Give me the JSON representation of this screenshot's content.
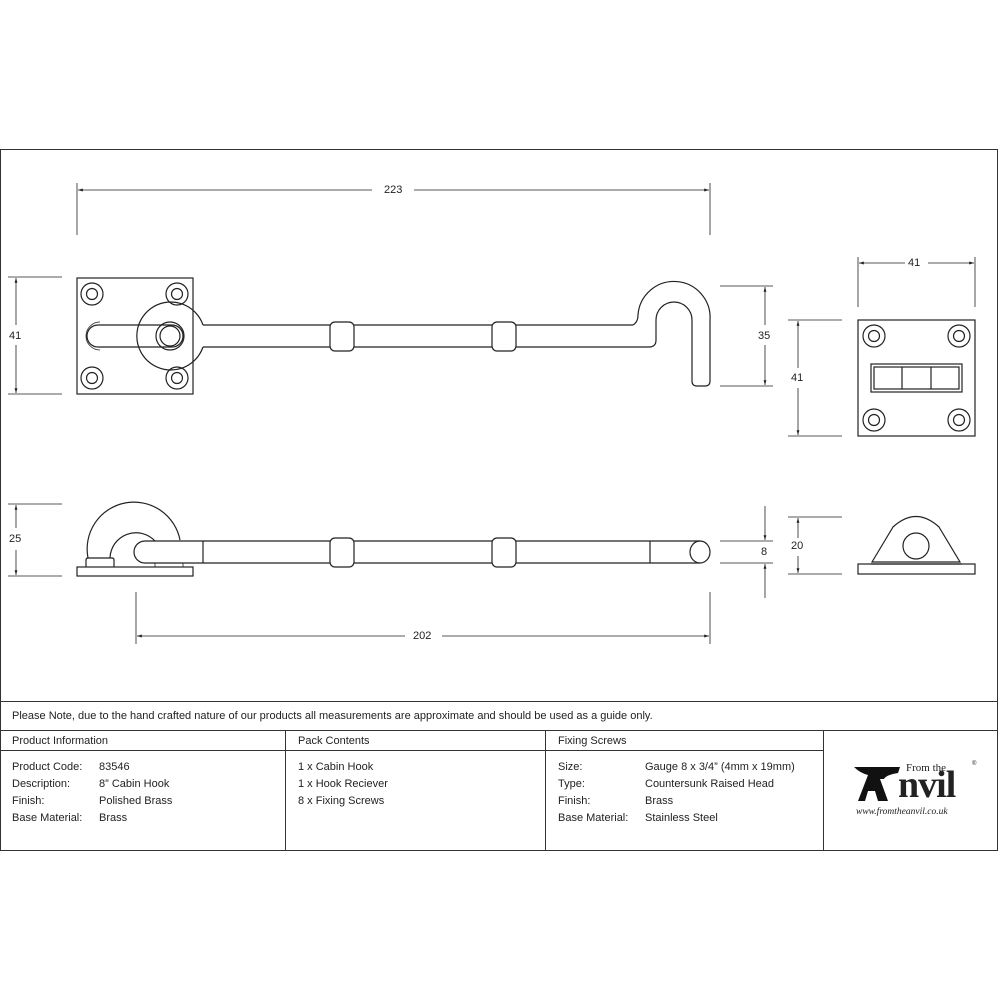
{
  "drawing": {
    "top_view": {
      "overall_length": "223",
      "plate_height": "41",
      "hook_height": "35"
    },
    "receiver_top_view": {
      "width": "41",
      "height": "41"
    },
    "side_view": {
      "height": "25",
      "bar_length": "202",
      "bar_diameter": "8"
    },
    "receiver_side_view": {
      "height": "20"
    }
  },
  "note": "Please Note, due to the hand crafted nature of our products all measurements are approximate and should be used as a guide only.",
  "product_information": {
    "title": "Product Information",
    "rows": [
      {
        "label": "Product Code:",
        "value": "83546"
      },
      {
        "label": "Description:",
        "value": "8” Cabin Hook"
      },
      {
        "label": "Finish:",
        "value": "Polished Brass"
      },
      {
        "label": "Base Material:",
        "value": "Brass"
      }
    ]
  },
  "pack_contents": {
    "title": "Pack Contents",
    "items": [
      "1 x Cabin Hook",
      "1 x Hook Reciever",
      "8 x Fixing Screws"
    ]
  },
  "fixing_screws": {
    "title": "Fixing Screws",
    "rows": [
      {
        "label": "Size:",
        "value": "Gauge 8 x 3/4” (4mm x 19mm)"
      },
      {
        "label": "Type:",
        "value": "Countersunk Raised Head"
      },
      {
        "label": "Finish:",
        "value": "Brass"
      },
      {
        "label": "Base Material:",
        "value": "Stainless Steel"
      }
    ]
  },
  "logo": {
    "from_the": "From the",
    "brand": "Anvil",
    "registered": "®",
    "url": "www.fromtheanvil.co.uk"
  }
}
